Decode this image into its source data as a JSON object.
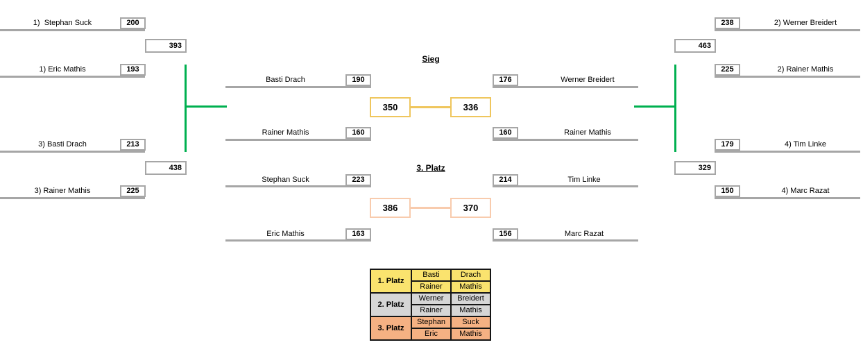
{
  "colors": {
    "connector_green": "#00b050",
    "line_gray": "#a6a6a6",
    "winner_gold": "#efc65d",
    "third_peach": "#f8cbad",
    "table_yellow": "#fae36e",
    "table_gray": "#d6d6d6",
    "table_orange": "#f5b183"
  },
  "bracket": {
    "semifinals": {
      "left_top": {
        "p1_name": "1)  Stephan Suck",
        "p1_score": "200",
        "total": "393",
        "p2_name": "1) Eric Mathis",
        "p2_score": "193"
      },
      "left_bottom": {
        "p1_name": "3) Basti Drach",
        "p1_score": "213",
        "total": "438",
        "p2_name": "3) Rainer Mathis",
        "p2_score": "225"
      },
      "right_top": {
        "p1_name": "2) Werner Breidert",
        "p1_score": "238",
        "total": "463",
        "p2_name": "2) Rainer Mathis",
        "p2_score": "225"
      },
      "right_bottom": {
        "p1_name": "4) Tim Linke",
        "p1_score": "179",
        "total": "329",
        "p2_name": "4) Marc Razat",
        "p2_score": "150"
      }
    },
    "final": {
      "title": "Sieg",
      "left_p1_name": "Basti Drach",
      "left_p1_score": "190",
      "left_p2_name": "Rainer Mathis",
      "left_p2_score": "160",
      "left_total": "350",
      "right_p1_name": "Werner Breidert",
      "right_p1_score": "176",
      "right_p2_name": "Rainer Mathis",
      "right_p2_score": "160",
      "right_total": "336"
    },
    "third_place": {
      "title": "3. Platz",
      "left_p1_name": "Stephan Suck",
      "left_p1_score": "223",
      "left_p2_name": "Eric Mathis",
      "left_p2_score": "163",
      "left_total": "386",
      "right_p1_name": "Tim Linke",
      "right_p1_score": "214",
      "right_p2_name": "Marc Razat",
      "right_p2_score": "156",
      "right_total": "370"
    }
  },
  "results": {
    "groups": [
      {
        "label": "1. Platz",
        "row1": [
          "Basti",
          "Drach"
        ],
        "row2": [
          "Rainer",
          "Mathis"
        ]
      },
      {
        "label": "2. Platz",
        "row1": [
          "Werner",
          "Breidert"
        ],
        "row2": [
          "Rainer",
          "Mathis"
        ]
      },
      {
        "label": "3. Platz",
        "row1": [
          "Stephan",
          "Suck"
        ],
        "row2": [
          "Eric",
          "Mathis"
        ]
      }
    ]
  }
}
